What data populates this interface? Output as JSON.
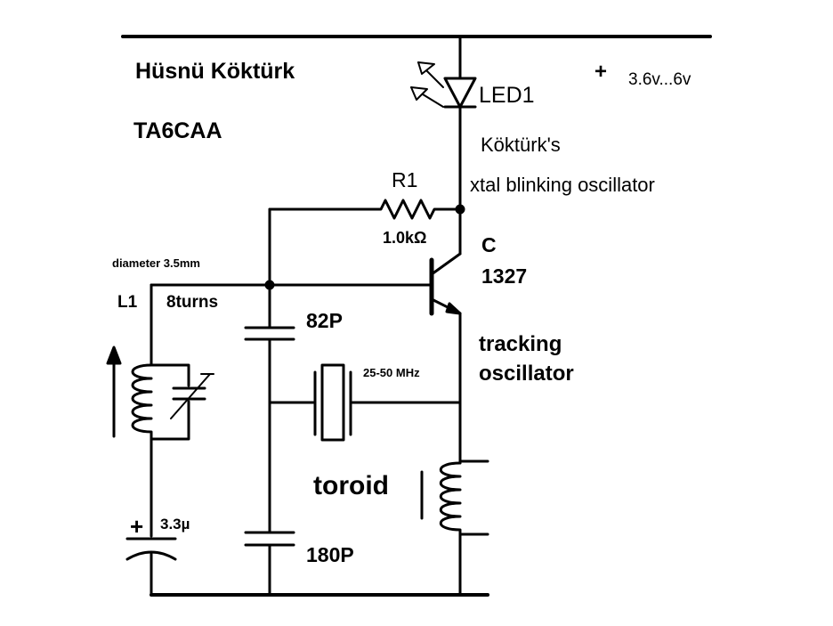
{
  "author": {
    "name": "Hüsnü Köktürk",
    "callsign": "TA6CAA"
  },
  "supply": {
    "plus": "+",
    "voltage": "3.6v...6v"
  },
  "title": {
    "line1": "Köktürk's",
    "line2": "xtal blinking oscillator"
  },
  "led": {
    "label": "LED1"
  },
  "resistor": {
    "label": "R1",
    "value": "1.0kΩ"
  },
  "transistor": {
    "type_line": "C",
    "part_line": "1327"
  },
  "oscillator_note": {
    "line1": "tracking",
    "line2": "oscillator"
  },
  "coil": {
    "label": "L1",
    "turns": "8turns",
    "diameter": "diameter 3.5mm"
  },
  "cap_top": {
    "label": "82P"
  },
  "cap_bottom": {
    "label": "180P"
  },
  "crystal": {
    "label": "25-50 MHz"
  },
  "toroid": {
    "label": "toroid"
  },
  "electrolytic": {
    "plus": "+",
    "value": "3.3µ"
  }
}
